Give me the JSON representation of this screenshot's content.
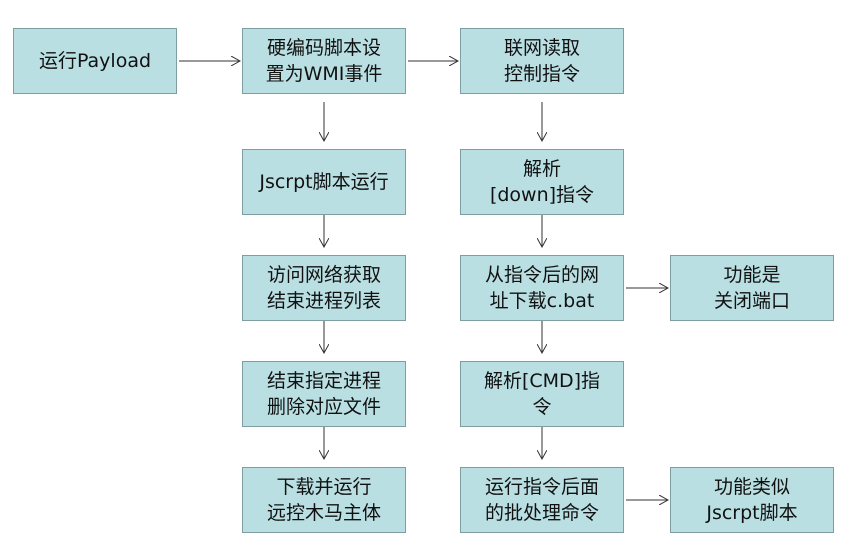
{
  "colors": {
    "box_fill": "#b9dfe3",
    "box_border": "#7f9ea2",
    "arrow": "#333333",
    "text": "#111111"
  },
  "nodes": [
    {
      "id": "run-payload",
      "text": "运行Payload"
    },
    {
      "id": "wmi-event",
      "text": "硬编码脚本设\n置为WMI事件"
    },
    {
      "id": "fetch-commands",
      "text": "联网读取\n控制指令"
    },
    {
      "id": "jscript-run",
      "text": "Jscrpt脚本运行"
    },
    {
      "id": "parse-down",
      "text": "解析\n[down]指令"
    },
    {
      "id": "get-kill-list",
      "text": "访问网络获取\n结束进程列表"
    },
    {
      "id": "download-cbat",
      "text": "从指令后的网\n址下载c.bat"
    },
    {
      "id": "close-ports",
      "text": "功能是\n关闭端口"
    },
    {
      "id": "kill-delete",
      "text": "结束指定进程\n删除对应文件"
    },
    {
      "id": "parse-cmd",
      "text": "解析[CMD]指\n令"
    },
    {
      "id": "download-rat",
      "text": "下载并运行\n远控木马主体"
    },
    {
      "id": "run-batch",
      "text": "运行指令后面\n的批处理命令"
    },
    {
      "id": "like-jscript",
      "text": "功能类似\nJscrpt脚本"
    }
  ],
  "edges": [
    {
      "from": "run-payload",
      "to": "wmi-event"
    },
    {
      "from": "wmi-event",
      "to": "fetch-commands"
    },
    {
      "from": "wmi-event",
      "to": "jscript-run"
    },
    {
      "from": "jscript-run",
      "to": "get-kill-list"
    },
    {
      "from": "get-kill-list",
      "to": "kill-delete"
    },
    {
      "from": "kill-delete",
      "to": "download-rat"
    },
    {
      "from": "fetch-commands",
      "to": "parse-down"
    },
    {
      "from": "parse-down",
      "to": "download-cbat"
    },
    {
      "from": "download-cbat",
      "to": "close-ports"
    },
    {
      "from": "download-cbat",
      "to": "parse-cmd"
    },
    {
      "from": "parse-cmd",
      "to": "run-batch"
    },
    {
      "from": "run-batch",
      "to": "like-jscript"
    }
  ]
}
